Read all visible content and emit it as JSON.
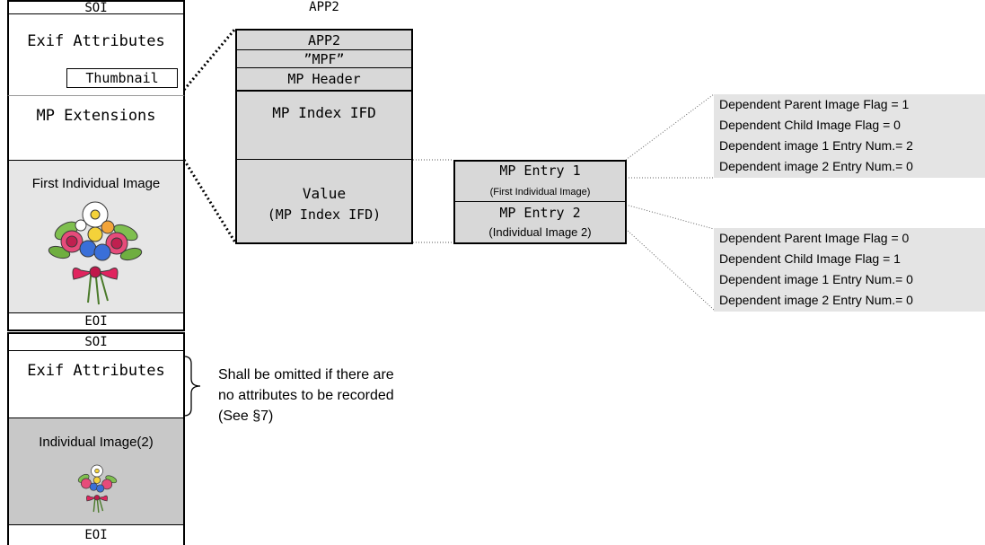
{
  "left_stack": {
    "first": {
      "soi": "SOI",
      "exif": "Exif Attributes",
      "thumbnail": "Thumbnail",
      "mp_ext": "MP Extensions",
      "image_label": "First Individual Image",
      "eoi": "EOI"
    },
    "second": {
      "soi": "SOI",
      "exif": "Exif Attributes",
      "image_label": "Individual Image(2)",
      "eoi": "EOI"
    }
  },
  "app2_segment": {
    "caption": "APP2",
    "rows": [
      "APP2",
      "”MPF”",
      "MP Header"
    ],
    "mp_index_ifd": "MP Index IFD",
    "value_line1": "Value",
    "value_line2": "(MP Index IFD)"
  },
  "mp_entries": [
    {
      "title": "MP Entry 1",
      "subtitle": "(First Individual Image)"
    },
    {
      "title": "MP Entry 2",
      "subtitle": "(Individual Image 2)"
    }
  ],
  "flags": [
    [
      "Dependent Parent Image Flag = 1",
      "Dependent Child Image Flag = 0",
      "Dependent image 1 Entry Num.= 2",
      "Dependent image 2 Entry Num.= 0"
    ],
    [
      "Dependent Parent Image Flag = 0",
      "Dependent Child Image Flag = 1",
      "Dependent image 1 Entry Num.= 0",
      "Dependent image 2 Entry Num.= 0"
    ]
  ],
  "note": {
    "line1": "Shall be omitted if there are",
    "line2": "no attributes to be recorded",
    "line3": "(See §7)"
  },
  "colors": {
    "first_image_bg": "#e6e6e6",
    "second_image_bg": "#c8c8c8",
    "app2_bg": "#d8d8d8",
    "flag_bg": "#e4e4e4"
  },
  "icons": [
    "flower-bouquet-icon"
  ]
}
